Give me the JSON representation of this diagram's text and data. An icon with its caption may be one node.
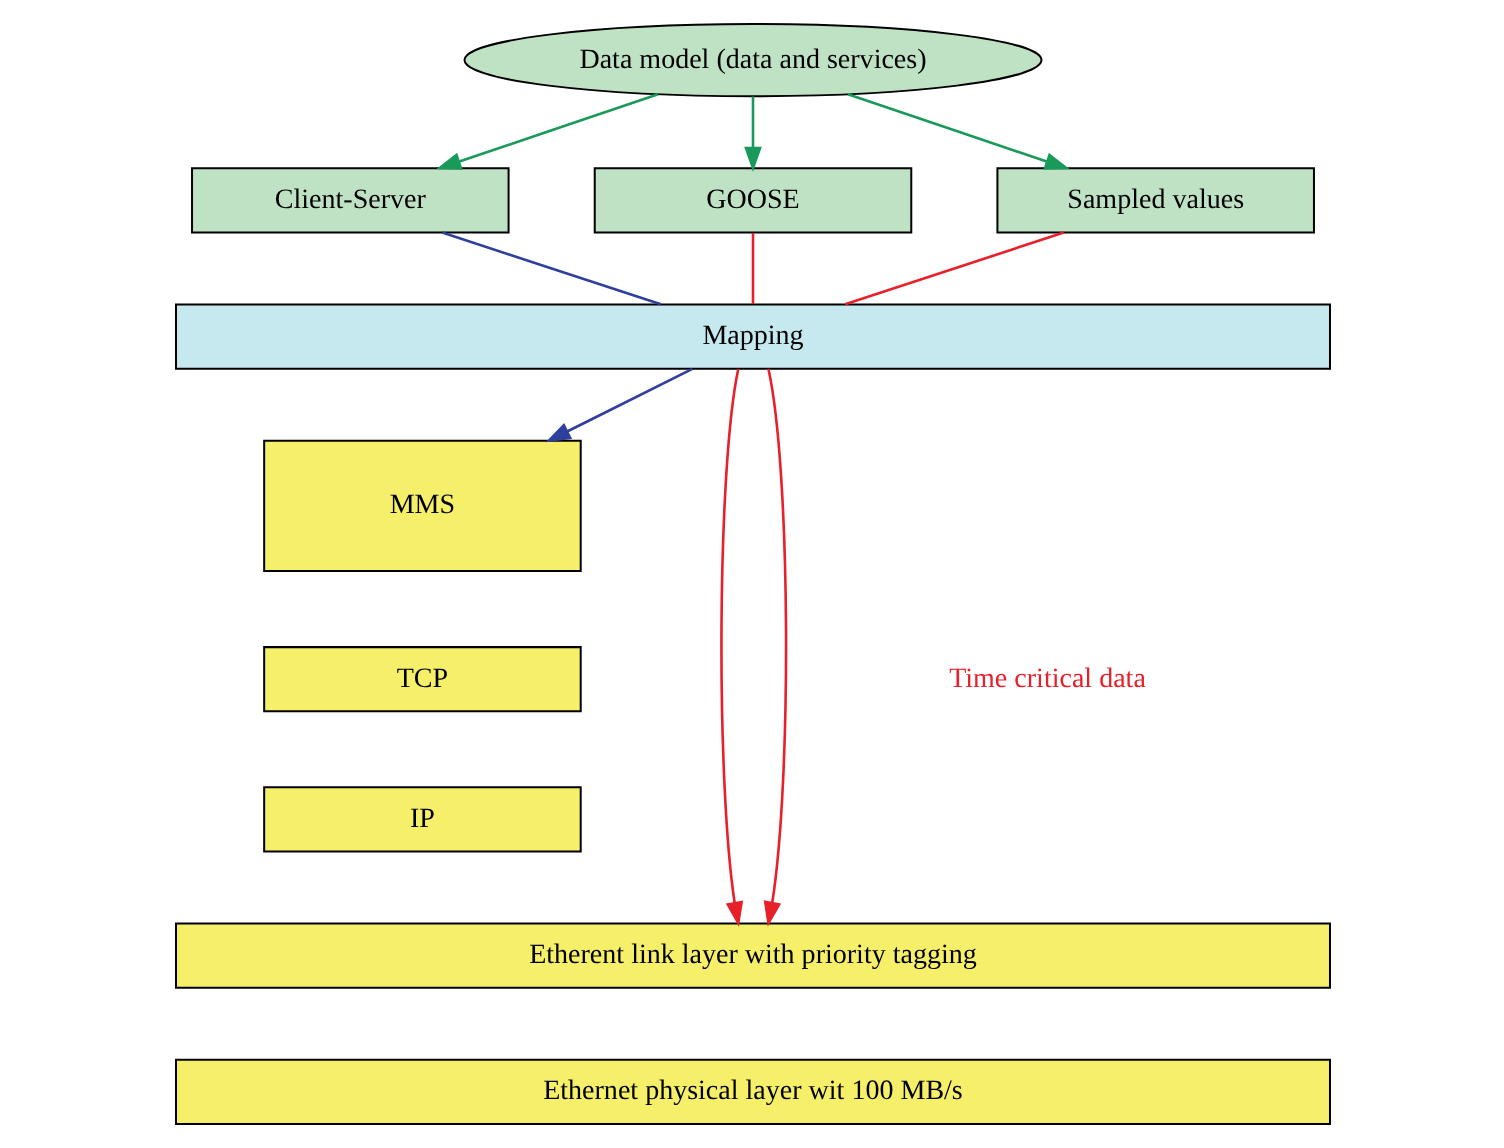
{
  "diagram": {
    "nodes": [
      {
        "text": [
          "Data model (data and services)"
        ]
      },
      {
        "text": [
          "Client-Server"
        ]
      },
      {
        "text": [
          "GOOSE"
        ]
      },
      {
        "text": [
          "Sampled values"
        ]
      },
      {
        "text": [
          "Mapping"
        ]
      },
      {
        "text": [
          "MMS"
        ]
      },
      {
        "text": [
          "TCP"
        ]
      },
      {
        "text": [
          "IP"
        ]
      },
      {
        "text": [
          "Etherent link layer with priority tagging"
        ]
      },
      {
        "text": [
          "Ethernet physical layer wit 100 MB/s"
        ]
      }
    ],
    "edges": [
      {
        "from": 0,
        "to": 1,
        "arrow": "to",
        "color": "#1a9a5a"
      },
      {
        "from": 0,
        "to": 2,
        "arrow": "to",
        "color": "#1a9a5a"
      },
      {
        "from": 0,
        "to": 3,
        "arrow": "to",
        "color": "#1a9a5a"
      },
      {
        "from": 1,
        "to": 4,
        "arrow": "none",
        "color": "#2e3f9e"
      },
      {
        "from": 4,
        "to": 5,
        "arrow": "to",
        "color": "#2e3f9e"
      },
      {
        "from": 2,
        "to": 4,
        "arrow": "none",
        "color": "#e8202a"
      },
      {
        "from": 4,
        "to": 8,
        "arrow": "to",
        "color": "#e8202a"
      },
      {
        "from": 3,
        "to": 4,
        "arrow": "none",
        "color": "#e8202a"
      },
      {
        "from": 4,
        "to": 8,
        "arrow": "to",
        "color": "#e8202a"
      }
    ],
    "labels": [
      "Time critical data"
    ]
  }
}
